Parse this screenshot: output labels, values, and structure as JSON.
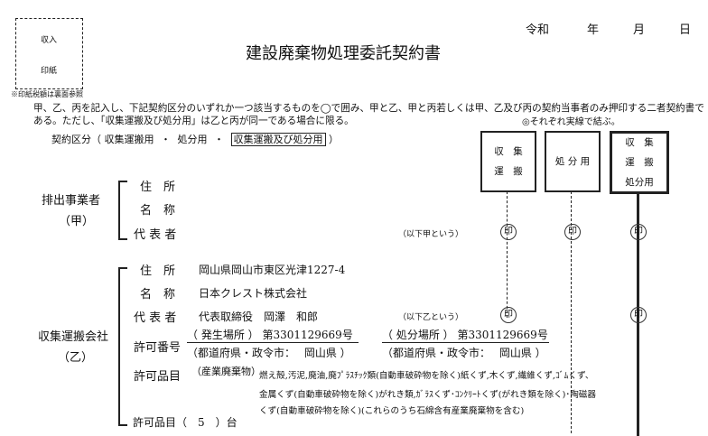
{
  "stamp": {
    "line1": "収入",
    "line2": "印紙",
    "note": "※印紙税額は裏面参照"
  },
  "header": {
    "era": "令和",
    "year": "年",
    "month": "月",
    "day": "日"
  },
  "title": "建設廃棄物処理委託契約書",
  "intro": {
    "line1": "甲、乙、丙を記入し、下記契約区分のいずれか一つ該当するものを◯で囲み、甲と乙、甲と丙若しくは甲、乙及び丙の契約当事者のみ押印する二者契約書で",
    "line2": "ある。ただし、「収集運搬及び処分用」は乙と丙が同一である場合に限る。",
    "line2_right": "◎それぞれ実線で結ぶ。"
  },
  "category": {
    "label": "契約区分（",
    "opt1": "収集運搬用",
    "sep1": "・",
    "opt2": "処分用",
    "sep2": "・",
    "opt3": "収集運搬及び処分用",
    "close": "）"
  },
  "col_boxes": {
    "collect": [
      "収　集",
      "運　搬"
    ],
    "dispose": [
      "処 分 用"
    ],
    "both": [
      "収　集",
      "運　搬",
      "処分用"
    ]
  },
  "seal_char": "印",
  "party_a": {
    "heading": "排出事業者",
    "sub": "（甲）",
    "address_label": "住　所",
    "name_label": "名　称",
    "rep_label": "代 表 者",
    "alias": "（以下甲という）"
  },
  "party_b": {
    "heading": "収集運搬会社",
    "sub": "（乙）",
    "address_label": "住　所",
    "address": "岡山県岡山市東区光津1227-4",
    "name_label": "名　称",
    "name": "日本クレスト株式会社",
    "rep_label": "代 表 者",
    "rep": "代表取締役　岡澤　和郎",
    "alias": "（以下乙という）",
    "permit_label": "許可番号",
    "permit1_type": "（ 発生場所 ）",
    "permit1_no": "第3301129669号",
    "permit1_pref_label": "（都道府県・政令市：",
    "permit1_pref": "岡山県 ）",
    "permit2_type": "（ 処分場所 ）",
    "permit2_no": "第3301129669号",
    "permit2_pref_label": "（都道府県・政令市：",
    "permit2_pref": "岡山県 ）",
    "items_label": "許可品目",
    "items_cat": "（産業廃棄物）",
    "items_line1": "燃え殻,汚泥,廃油,廃ﾌﾟﾗｽﾁｯｸ類(自動車破砕物を除く)紙くず,木くず,繊維くず,ｺﾞﾑくず、",
    "items_line2": "金属くず(自動車破砕物を除く)がれき類,ｶﾞﾗｽくず･ｺﾝｸﾘｰﾄくず(がれき類を除く)･陶磁器",
    "items_line3": "くず(自動車破砕物を除く)(これらのうち石綿含有産業廃棄物を含む)",
    "items_count_label": "許可品目（　5　）台"
  }
}
